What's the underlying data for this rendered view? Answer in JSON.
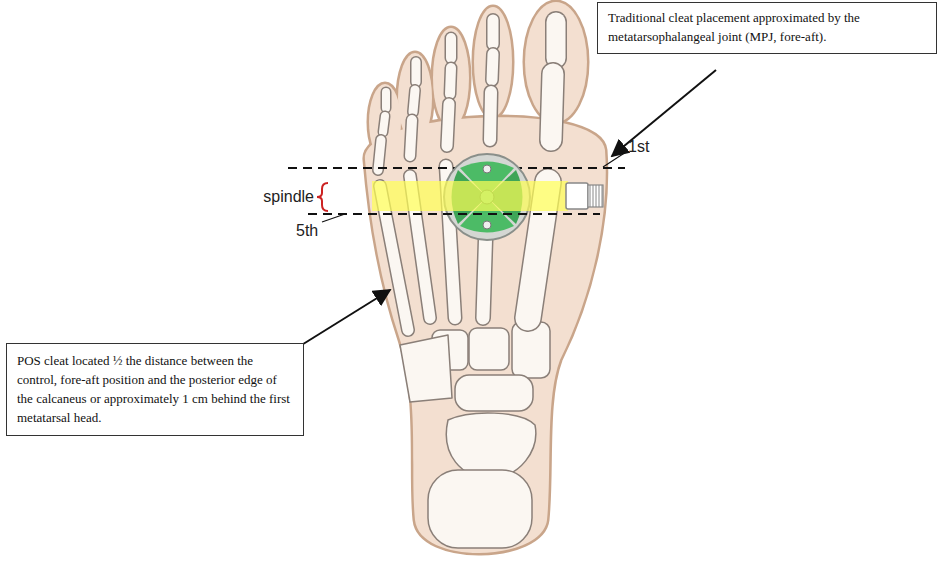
{
  "diagram": {
    "nodes": [
      {
        "text": [
          "Traditional cleat placement approximated by the metatarsophalangeal joint (MPJ, fore-aft)."
        ]
      },
      {
        "text": [
          "POS cleat located ½ the distance between the control, fore-aft position and the posterior edge of the calcaneus or approximately 1 cm behind the first metatarsal head."
        ]
      }
    ],
    "labels": [
      "1st",
      "spindle",
      "5th"
    ]
  }
}
